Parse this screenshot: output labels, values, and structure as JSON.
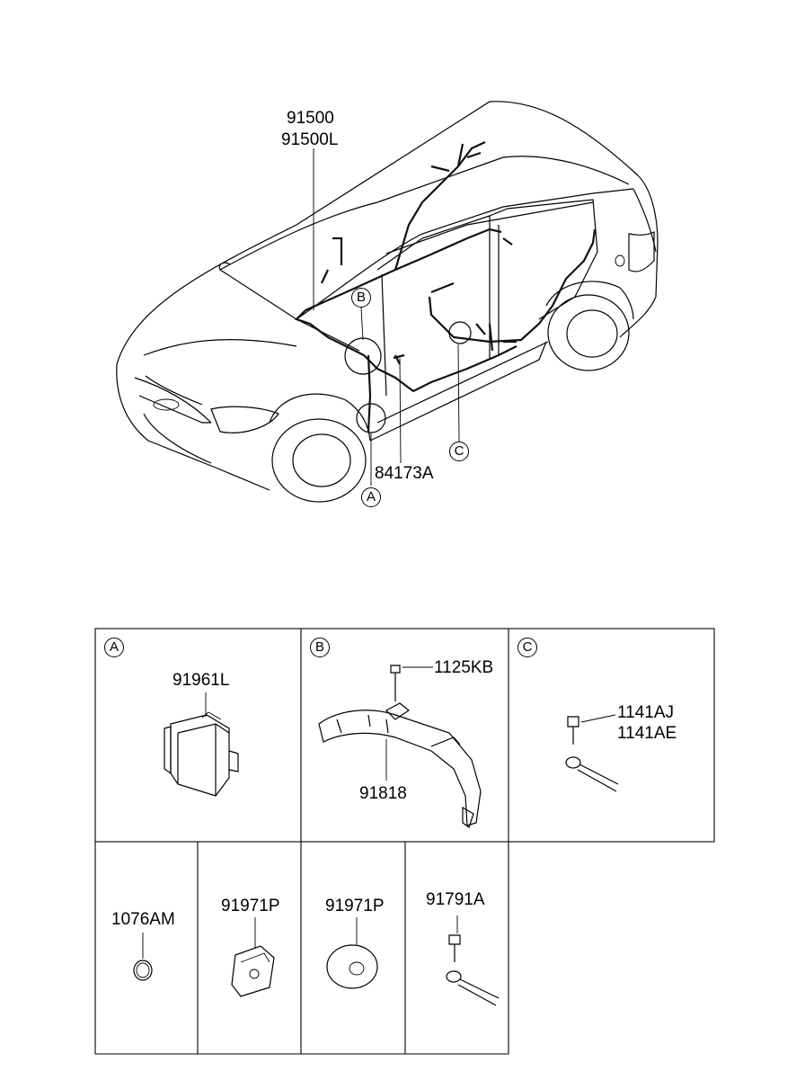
{
  "parts": {
    "harness_main": "91500",
    "harness_main_l": "91500L",
    "connector_bracket": "84173A",
    "relay_box": "91961L",
    "bolt_b": "1125KB",
    "protector": "91818",
    "bolt_c1": "1141AJ",
    "bolt_c2": "1141AE",
    "grommet_ring": "1076AM",
    "grommet_1": "91971P",
    "grommet_2": "91971P",
    "ground_cable": "91791A"
  },
  "callouts": {
    "a": "A",
    "b": "B",
    "c": "C"
  },
  "panels": {
    "a_tag": "A",
    "b_tag": "B",
    "c_tag": "C"
  }
}
